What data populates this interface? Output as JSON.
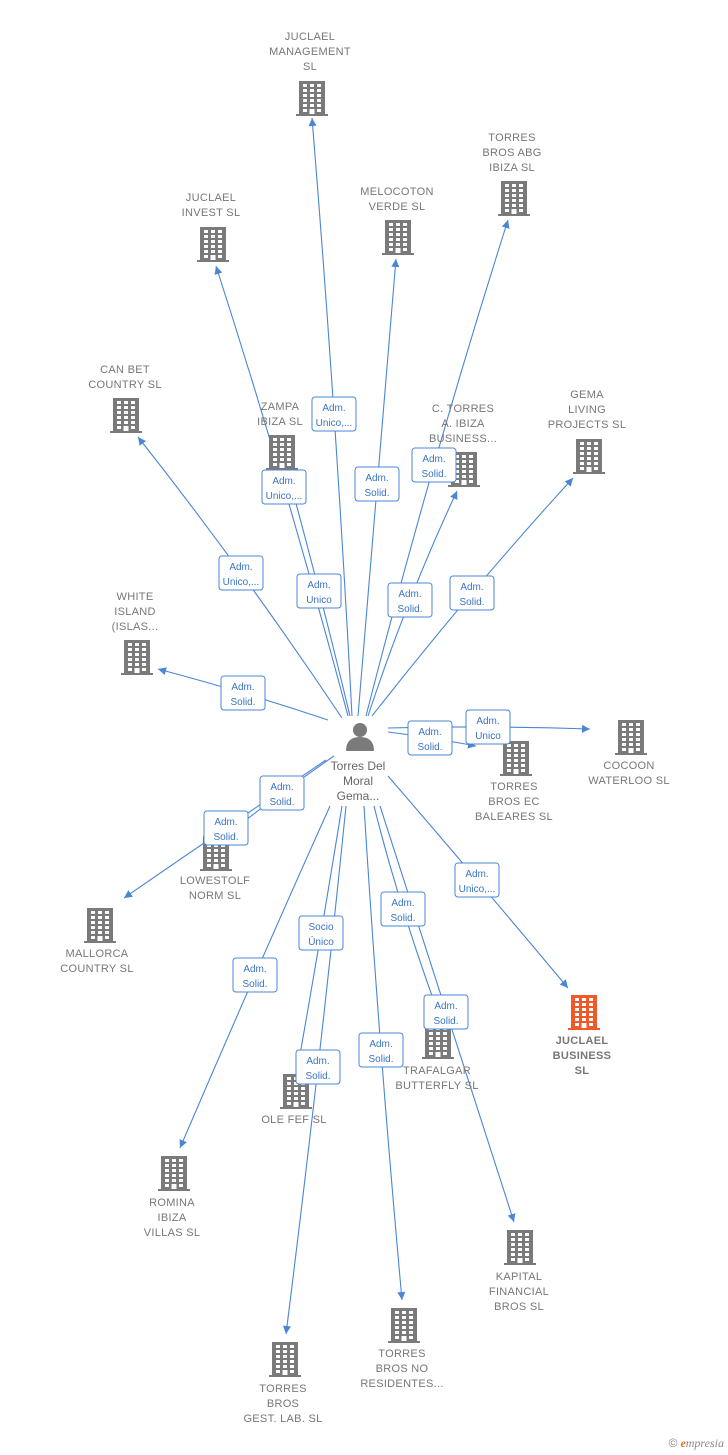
{
  "person": {
    "label": [
      "Torres Del",
      "Moral",
      "Gema..."
    ]
  },
  "companies": [
    {
      "id": "juclael-management",
      "label": [
        "JUCLAEL",
        "MANAGEMENT",
        "SL"
      ],
      "highlight": false
    },
    {
      "id": "torres-bros-abg",
      "label": [
        "TORRES",
        "BROS ABG",
        "IBIZA  SL"
      ],
      "highlight": false
    },
    {
      "id": "juclael-invest",
      "label": [
        "JUCLAEL",
        "INVEST  SL"
      ],
      "highlight": false
    },
    {
      "id": "melocoton-verde",
      "label": [
        "MELOCOTON",
        "VERDE SL"
      ],
      "highlight": false
    },
    {
      "id": "can-bet-country",
      "label": [
        "CAN BET",
        "COUNTRY  SL"
      ],
      "highlight": false
    },
    {
      "id": "zampa-ibiza",
      "label": [
        "ZAMPA",
        "IBIZA  SL"
      ],
      "highlight": false
    },
    {
      "id": "c-torres-a-ibiza",
      "label": [
        "C.  TORRES",
        "A. IBIZA",
        "BUSINESS..."
      ],
      "highlight": false
    },
    {
      "id": "gema-living",
      "label": [
        "GEMA",
        "LIVING",
        "PROJECTS SL"
      ],
      "highlight": false
    },
    {
      "id": "white-island",
      "label": [
        "WHITE",
        "ISLAND",
        "(ISLAS..."
      ],
      "highlight": false
    },
    {
      "id": "cocoon-waterloo",
      "label": [
        "COCOON",
        "WATERLOO SL"
      ],
      "highlight": false
    },
    {
      "id": "torres-bros-ec",
      "label": [
        "TORRES",
        "BROS EC",
        "BALEARES  SL"
      ],
      "highlight": false
    },
    {
      "id": "lowestolf-norm",
      "label": [
        "LOWESTOLF",
        "NORM  SL"
      ],
      "highlight": false
    },
    {
      "id": "mallorca-country",
      "label": [
        "MALLORCA",
        "COUNTRY SL"
      ],
      "highlight": false
    },
    {
      "id": "juclael-business",
      "label": [
        "JUCLAEL",
        "BUSINESS",
        "SL"
      ],
      "highlight": true
    },
    {
      "id": "trafalgar-butterfly",
      "label": [
        "TRAFALGAR",
        "BUTTERFLY SL"
      ],
      "highlight": false
    },
    {
      "id": "ole-fef",
      "label": [
        "OLE FEF  SL"
      ],
      "highlight": false
    },
    {
      "id": "romina-ibiza",
      "label": [
        "ROMINA",
        "IBIZA",
        "VILLAS  SL"
      ],
      "highlight": false
    },
    {
      "id": "kapital-financial",
      "label": [
        "KAPITAL",
        "FINANCIAL",
        "BROS  SL"
      ],
      "highlight": false
    },
    {
      "id": "torres-bros-no-residentes",
      "label": [
        "TORRES",
        "BROS NO",
        "RESIDENTES..."
      ],
      "highlight": false
    },
    {
      "id": "torres-bros-gest-lab",
      "label": [
        "TORRES",
        "BROS",
        "GEST. LAB.  SL"
      ],
      "highlight": false
    }
  ],
  "relations": [
    {
      "target": "juclael-management",
      "badge": [
        "Adm.",
        "Unico,..."
      ]
    },
    {
      "target": "torres-bros-abg",
      "badge": [
        "Adm.",
        "Solid."
      ]
    },
    {
      "target": "juclael-invest",
      "badge": [
        "Adm.",
        "Unico,..."
      ]
    },
    {
      "target": "melocoton-verde",
      "badge": [
        "Adm.",
        "Solid."
      ]
    },
    {
      "target": "can-bet-country",
      "badge": [
        "Adm.",
        "Unico,..."
      ]
    },
    {
      "target": "zampa-ibiza",
      "badge": [
        "Adm.",
        "Unico"
      ]
    },
    {
      "target": "c-torres-a-ibiza",
      "badge": [
        "Adm.",
        "Solid."
      ]
    },
    {
      "target": "gema-living",
      "badge": [
        "Adm.",
        "Solid."
      ]
    },
    {
      "target": "white-island",
      "badge": [
        "Adm.",
        "Solid."
      ]
    },
    {
      "target": "cocoon-waterloo",
      "badge": [
        "Adm.",
        "Unico"
      ]
    },
    {
      "target": "torres-bros-ec",
      "badge": [
        "Adm.",
        "Solid."
      ]
    },
    {
      "target": "lowestolf-norm",
      "badge": [
        "Adm.",
        "Solid."
      ]
    },
    {
      "target": "mallorca-country",
      "badge": [
        "Adm.",
        "Solid."
      ]
    },
    {
      "target": "juclael-business",
      "badge": [
        "Adm.",
        "Unico,..."
      ]
    },
    {
      "target": "trafalgar-butterfly",
      "badge": [
        "Adm.",
        "Solid."
      ]
    },
    {
      "target": "ole-fef",
      "badge": [
        "Socio",
        "Único"
      ]
    },
    {
      "target": "romina-ibiza",
      "badge": [
        "Adm.",
        "Solid."
      ]
    },
    {
      "target": "kapital-financial",
      "badge": [
        "Adm.",
        "Solid."
      ]
    },
    {
      "target": "torres-bros-no-residentes",
      "badge": [
        "Adm.",
        "Solid."
      ]
    },
    {
      "target": "torres-bros-gest-lab",
      "badge": [
        "Adm.",
        "Solid."
      ]
    }
  ],
  "colors": {
    "edge": "#4a86d4",
    "building": "#7a7a7a",
    "building_highlight": "#f05a28",
    "person": "#7a7a7a"
  },
  "watermark": {
    "copyright": "©",
    "brand_initial": "e",
    "brand_rest": "mpresia"
  }
}
